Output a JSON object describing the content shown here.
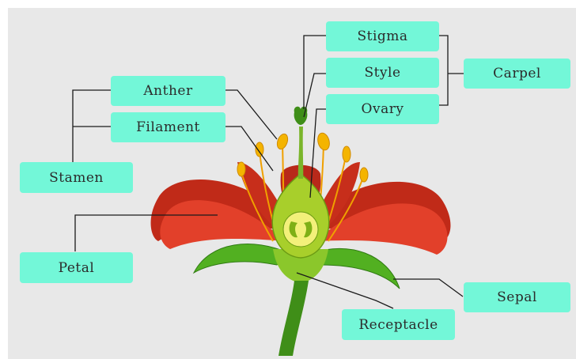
{
  "labels": {
    "stigma": "Stigma",
    "style": "Style",
    "ovary": "Ovary",
    "carpel": "Carpel",
    "anther": "Anther",
    "filament": "Filament",
    "stamen": "Stamen",
    "petal": "Petal",
    "sepal": "Sepal",
    "receptacle": "Receptacle"
  },
  "colors": {
    "label_bg": "#73f7d8",
    "background": "#e8e8e8",
    "petal": "#d8351f",
    "petal_dark": "#a81d12",
    "sepal": "#4aa51c",
    "stem": "#3f8e18",
    "ovary": "#b7d63a",
    "anther": "#f4b400",
    "filament": "#f0a000",
    "leader_line": "#1a1a1a"
  }
}
